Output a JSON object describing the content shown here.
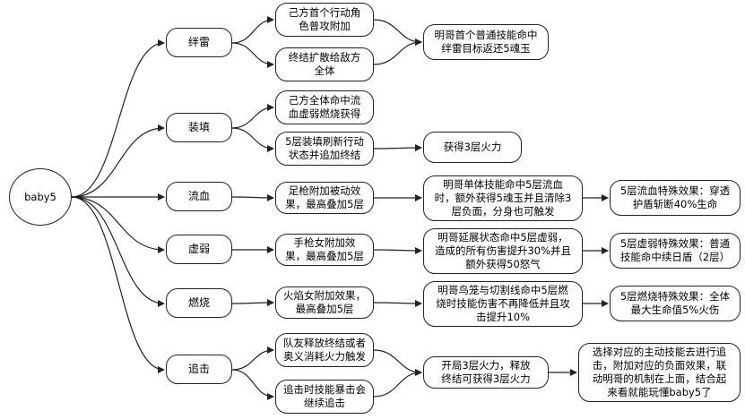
{
  "root": "baby5",
  "categories": {
    "c1": "绊雷",
    "c2": "装填",
    "c3": "流血",
    "c4": "虚弱",
    "c5": "燃烧",
    "c6": "追击"
  },
  "nodes": {
    "n1a": "己方首个行动角\n色普攻附加",
    "n1b": "终结扩散给敌方\n全体",
    "n1c": "明哥首个普通技能命中\n绊雷目标返还5魂玉",
    "n2a": "己方全体命中流\n血虚弱燃烧获得",
    "n2b": "5层装填刷新行动\n状态并追加终结",
    "n2c": "获得3层火力",
    "n3a": "足枪附加被动效\n果，最高叠加5层",
    "n3b": "明哥单体技能命中5层流血\n时，额外获得5魂玉并且清除3\n层负面，分身也可触发",
    "n3c": "5层流血特殊效果：穿透\n护盾斩断40%生命",
    "n4a": "手枪女附加效\n果，最高叠加5层",
    "n4b": "明哥延展状态命中5层虚弱，\n造成的所有伤害提升30%并且\n额外获得50怒气",
    "n4c": "5层虚弱特殊效果：普通\n技能命中续日盾（2层）",
    "n5a": "火焰女附加效果，\n最高叠加5层",
    "n5b": "明哥鸟笼与切割线命中5层燃\n烧时技能伤害不再降低并且攻\n击提升10%",
    "n5c": "5层燃烧特殊效果：全体\n最大生命值5%火伤",
    "n6a": "队友释放终结或者\n奥义消耗火力触发",
    "n6b": "追击时技能暴击会\n继续追击",
    "n6c": "开局3层火力，释放\n终结可获得3层火力",
    "n6d": "选择对应的主动技能去进行追\n击，附加对应的负面效果，联\n动明哥的机制在上面，结合起\n来看就能玩懂baby5了"
  },
  "colors": {
    "stroke": "#222222",
    "fill": "#ffffff"
  }
}
